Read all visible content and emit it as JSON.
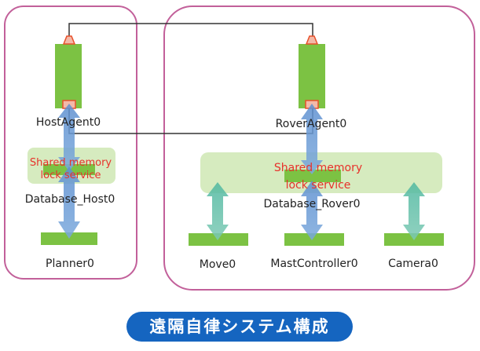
{
  "host_group": {
    "agent_label": "HostAgent0",
    "service_label": "Shared memory\nlock service",
    "service_line1": "Shared memory",
    "service_line2": "lock service",
    "database_label": "Database_Host0",
    "planner_label": "Planner0"
  },
  "rover_group": {
    "agent_label": "RoverAgent0",
    "service_line1": "Shared memory",
    "service_line2": "lock service",
    "database_label": "Database_Rover0",
    "components": [
      {
        "label": "Move0"
      },
      {
        "label": "MastController0"
      },
      {
        "label": "Camera0"
      }
    ]
  },
  "caption": "遠隔自律システム構成",
  "colors": {
    "group_border": "#c2609a",
    "component_fill": "#7cc243",
    "component_stroke": "#5a9a2e",
    "port": "#e8502a",
    "service_fill": "#cfe8b4",
    "arrow_blue": "#6b9bd1",
    "arrow_teal": "#5bbfa8",
    "text_red": "#e8312a",
    "caption_bg": "#1565c0"
  }
}
